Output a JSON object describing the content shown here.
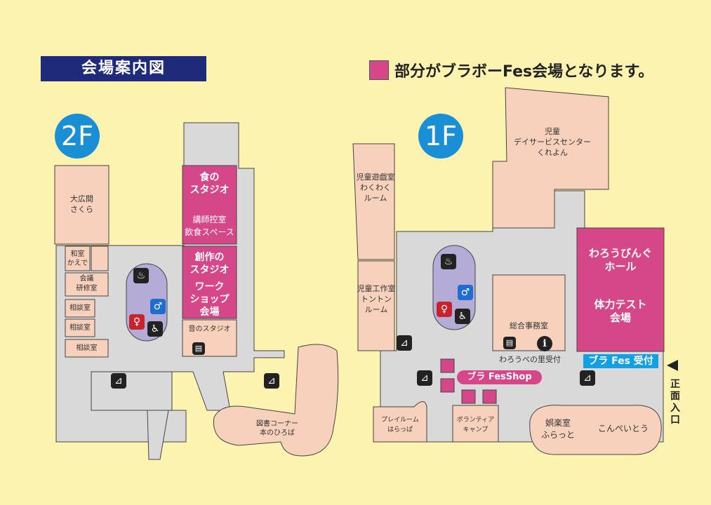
{
  "header": {
    "title": "会場案内図"
  },
  "legend": {
    "text": "部分がブラボーFes会場となります。"
  },
  "colors": {
    "festival": "#d6478a",
    "room": "#f7d1bb",
    "corridor": "#d9d9d9",
    "toilet": "#b4acd6",
    "badge": "#1a8fd6",
    "reception": "#11a0e3"
  },
  "floor2": {
    "badge": "2F",
    "rooms": {
      "daihiroma": "大広間\nさくら",
      "washitsu": "和室\nかえで",
      "kaigi": "会議\n研修室",
      "sodan1": "相談室",
      "sodan2": "相談室",
      "sodan3": "相談室",
      "shoku": "食の\nスタジオ",
      "koshi": "講師控室\n飲食スペース",
      "sosaku": "創作の\nスタジオ",
      "workshop": "ワーク\nショップ\n会場",
      "oto": "音のスタジオ",
      "tosho": "図書コーナー\n本のひろば"
    }
  },
  "floor1": {
    "badge": "1F",
    "rooms": {
      "jido_yugi": "児童遊戯室\nわくわく\nルーム",
      "jido_kosaku": "児童工作室\nトントン\nルーム",
      "dayservice": "児童\nデイサービスセンター\nくれよん",
      "hall": "わろうびんぐ\nホール",
      "tairyoku": "体力テスト\n会場",
      "jimushitsu": "総合事務室",
      "satouketsuke": "わろうべの里受付",
      "playroom": "プレイルーム\nはらっぱ",
      "volunteer": "ボランティア\nキャンプ",
      "goraku": "娯楽室\nふらっと",
      "konpeito": "こんぺいとう"
    },
    "shop": "ブラ FesShop",
    "reception": "ブラ Fes 受付",
    "entrance": "正\n面\n入\n口"
  },
  "icons": {
    "stairs": "stairs-icon",
    "elevator": "elevator-icon",
    "toilet_male": "male-toilet-icon",
    "toilet_female": "female-toilet-icon",
    "accessible": "accessible-toilet-icon",
    "kettle": "kettle-icon",
    "info": "information-icon"
  }
}
